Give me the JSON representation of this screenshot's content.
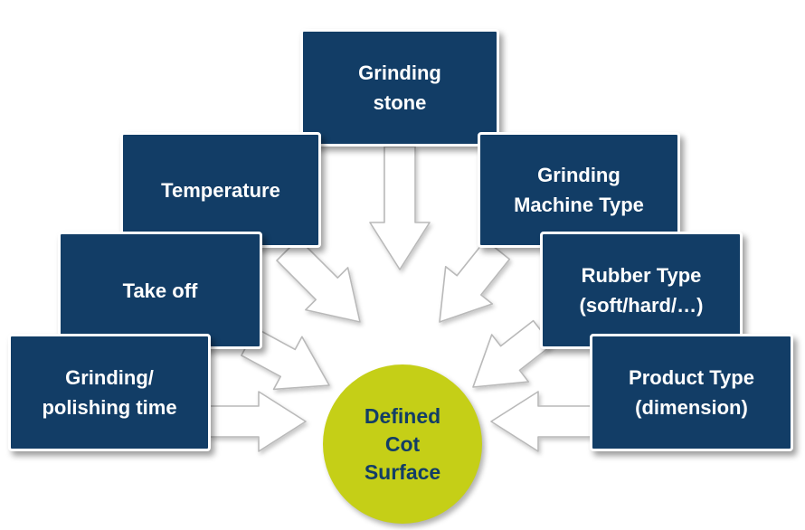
{
  "diagram": {
    "factors": [
      {
        "id": "stone",
        "label": "Grinding\nstone"
      },
      {
        "id": "temp",
        "label": "Temperature"
      },
      {
        "id": "machine",
        "label": "Grinding\nMachine Type"
      },
      {
        "id": "takeoff",
        "label": "Take off"
      },
      {
        "id": "rubber",
        "label": "Rubber Type\n(soft/hard/…)"
      },
      {
        "id": "grinding",
        "label": "Grinding/\npolishing time"
      },
      {
        "id": "product",
        "label": "Product Type\n(dimension)"
      }
    ],
    "result": {
      "label": "Defined\nCot\nSurface"
    },
    "colors": {
      "box": "#123d66",
      "box_text": "#ffffff",
      "result_fill": "#c5cf17",
      "result_text": "#123d66",
      "arrow_fill": "#ffffff",
      "arrow_stroke": "#b9b9b9"
    }
  }
}
